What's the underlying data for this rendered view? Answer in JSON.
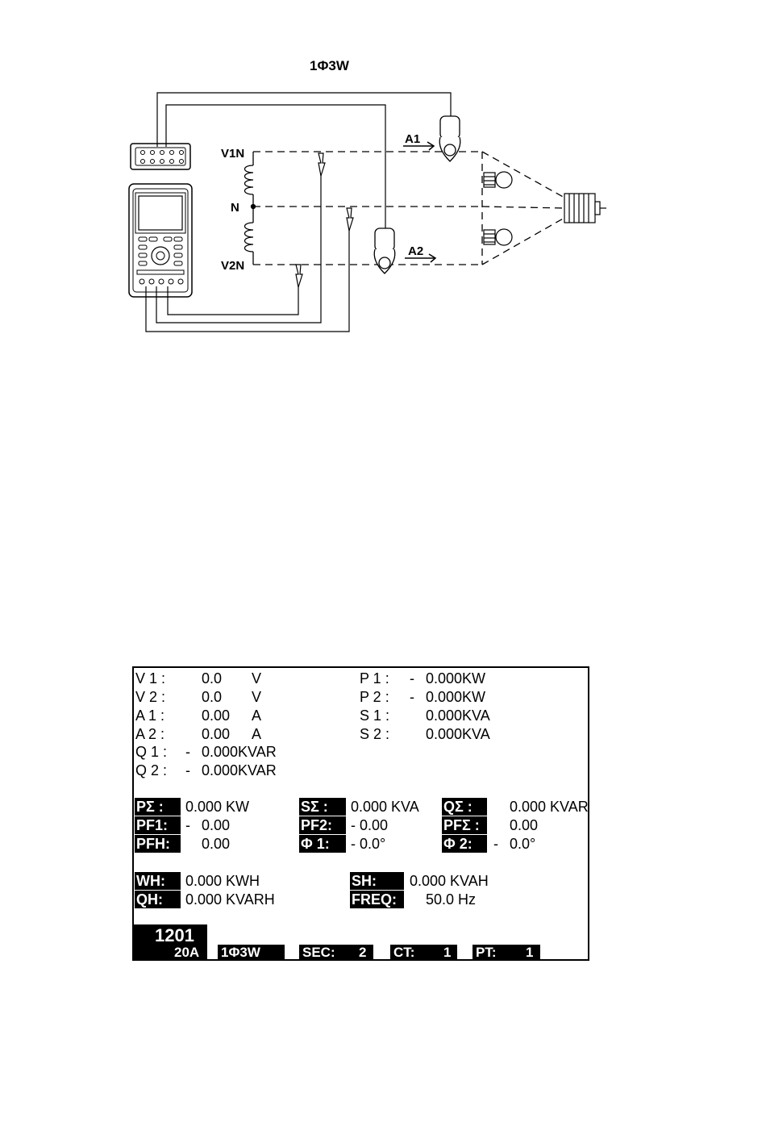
{
  "diagram": {
    "title": "1Φ3W",
    "labels": {
      "v1n": "V1N",
      "n": "N",
      "v2n": "V2N",
      "a1": "A1",
      "a2": "A2"
    }
  },
  "lcd": {
    "left_readings": [
      {
        "name": "V 1 :",
        "sign": "",
        "value": "0.0",
        "unit": "V"
      },
      {
        "name": "V 2 :",
        "sign": "",
        "value": "0.0",
        "unit": "V"
      },
      {
        "name": "A 1 :",
        "sign": "",
        "value": "0.00",
        "unit": "A"
      },
      {
        "name": "A 2 :",
        "sign": "",
        "value": "0.00",
        "unit": "A"
      },
      {
        "name": "Q 1 :",
        "sign": "-",
        "value": "0.000KVAR",
        "unit": ""
      },
      {
        "name": "Q 2 :",
        "sign": "-",
        "value": "0.000KVAR",
        "unit": ""
      }
    ],
    "right_readings": [
      {
        "name": "P 1 :",
        "sign": "-",
        "value": "0.000KW"
      },
      {
        "name": "P 2 :",
        "sign": "-",
        "value": "0.000KW"
      },
      {
        "name": "S 1 :",
        "sign": "",
        "value": "0.000KVA"
      },
      {
        "name": "S 2 :",
        "sign": "",
        "value": "0.000KVA"
      }
    ],
    "totals": {
      "p_sum_label": "PΣ :",
      "p_sum_value": "0.000 KW",
      "s_sum_label": "SΣ :",
      "s_sum_value": "0.000 KVA",
      "q_sum_label": "QΣ :",
      "q_sum_value": "0.000 KVAR",
      "pf1_label": "PF1:",
      "pf1_sign": "-",
      "pf1_value": "0.00",
      "pf2_label": "PF2:",
      "pf2_value": "- 0.00",
      "pf_sum_label": "PFΣ :",
      "pf_sum_value": "0.00",
      "pfh_label": "PFH:",
      "pfh_value": "0.00",
      "phi1_label": "Φ 1:",
      "phi1_value": "- 0.0°",
      "phi2_label": "Φ 2:",
      "phi2_sign": "-",
      "phi2_value": "0.0°"
    },
    "energy": {
      "wh_label": "WH:",
      "wh_value": "0.000 KWH",
      "qh_label": "QH:",
      "qh_value": "0.000 KVARH",
      "sh_label": "SH:",
      "sh_value": "0.000 KVAH",
      "freq_label": "FREQ:",
      "freq_value": "50.0 Hz"
    },
    "status": {
      "record": "1201",
      "range": "20A",
      "wiring": "1Φ3W",
      "sec_label": "SEC:",
      "sec_value": "2",
      "ct_label": "CT:",
      "ct_value": "1",
      "pt_label": "PT:",
      "pt_value": "1"
    }
  }
}
